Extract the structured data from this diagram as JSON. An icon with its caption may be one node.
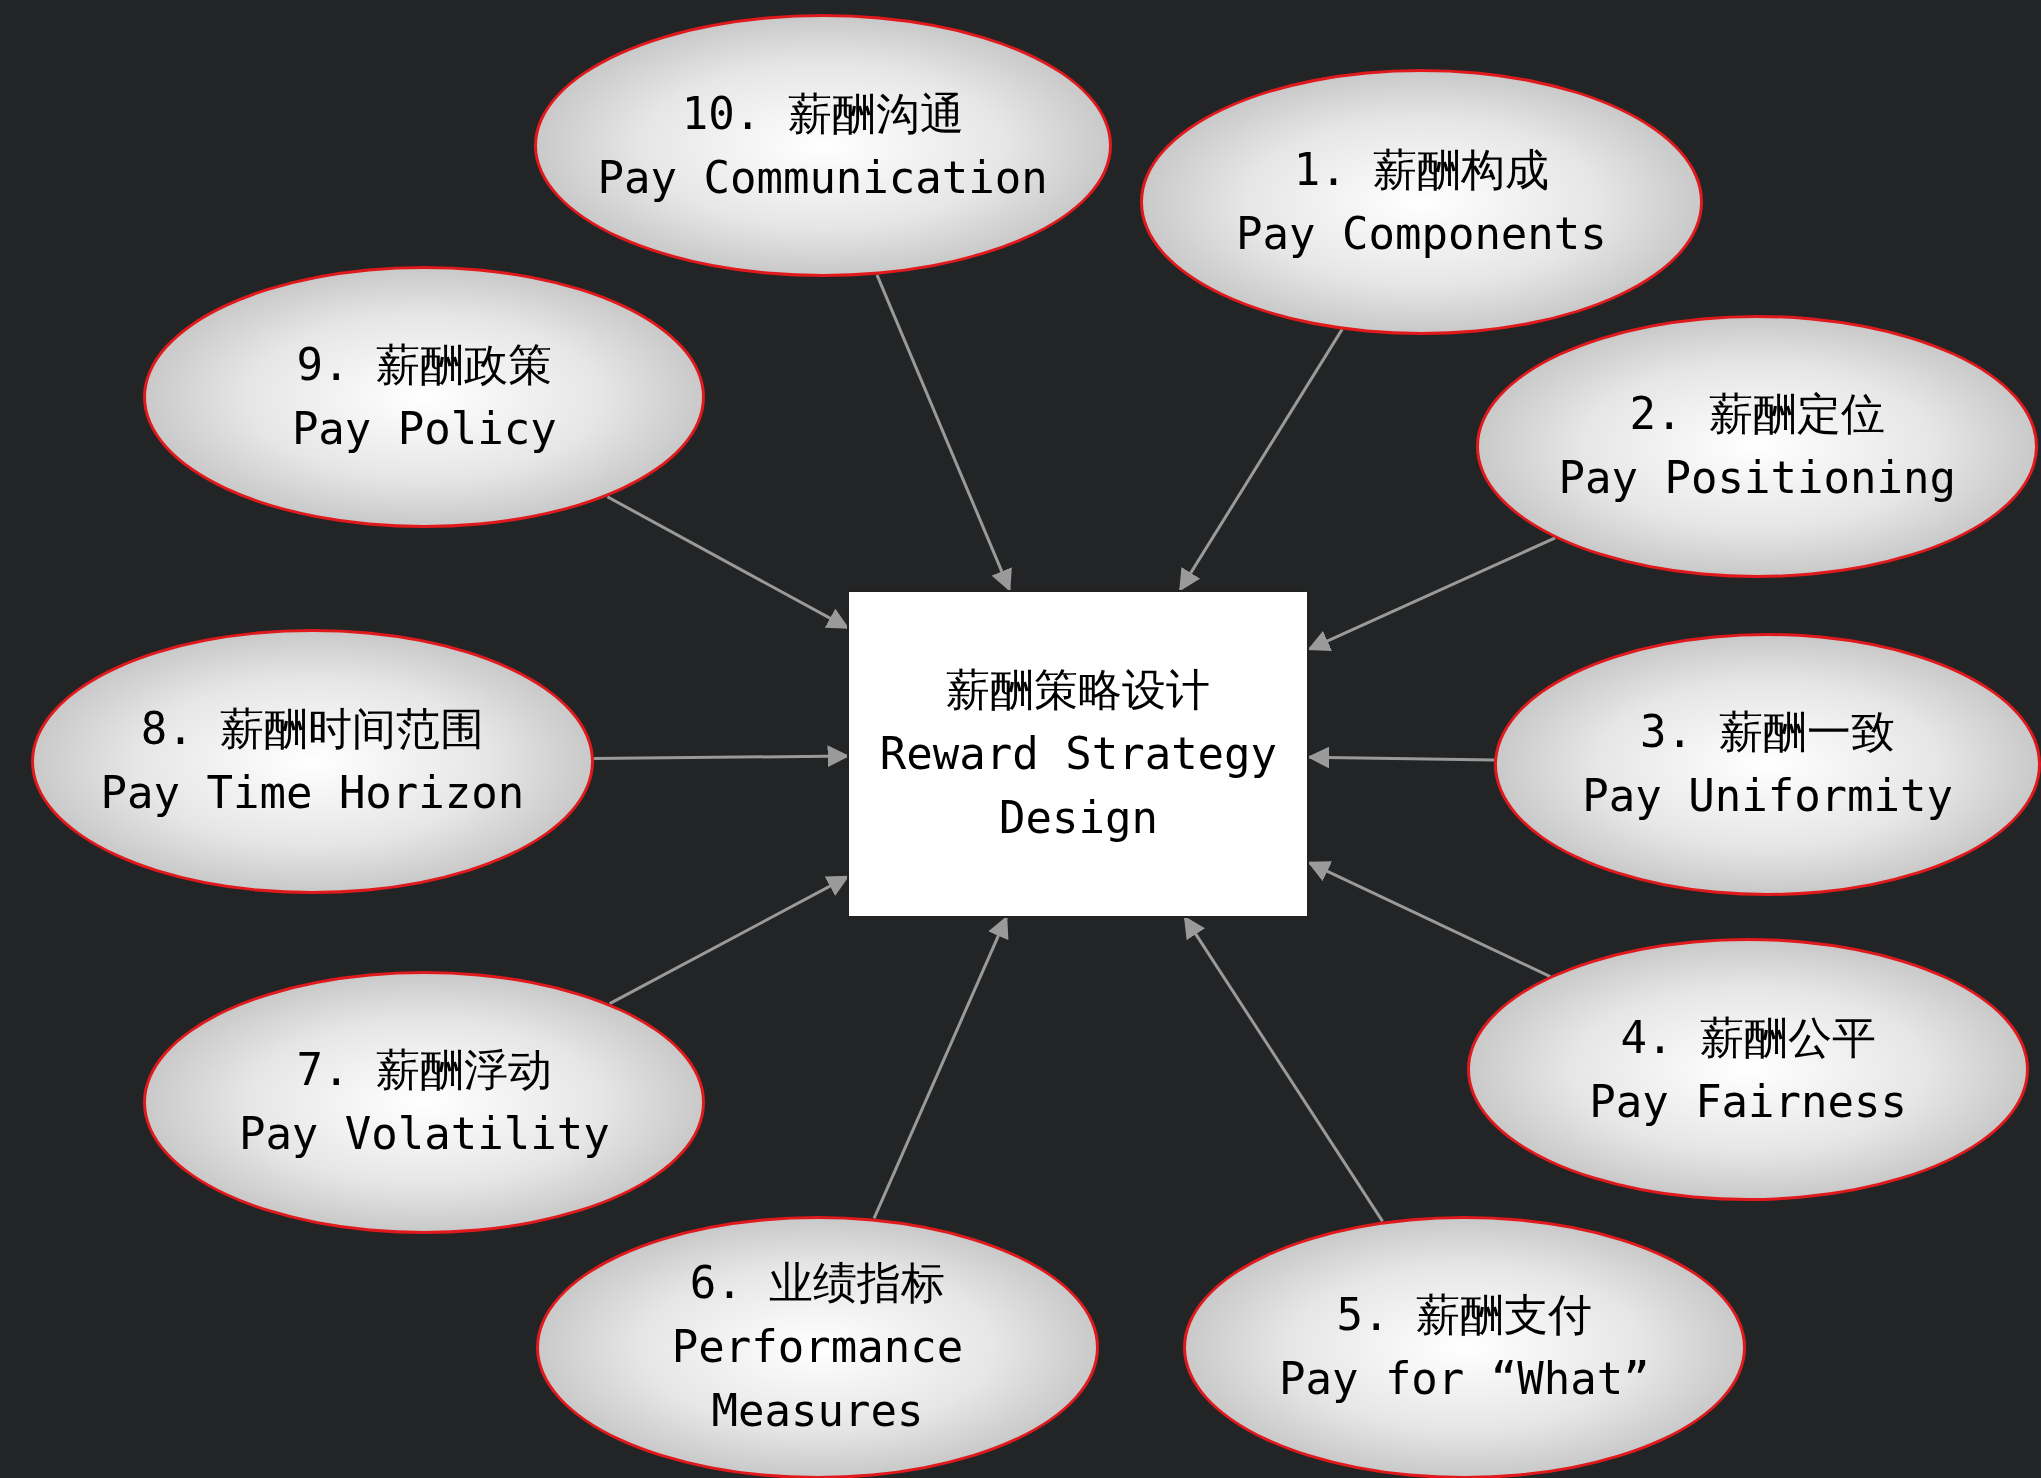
{
  "diagram": {
    "nodes": [
      {
        "text": [
          "薪酬策略设计",
          "Reward Strategy Design"
        ]
      },
      {
        "text": [
          "1. 薪酬构成",
          "Pay Components"
        ]
      },
      {
        "text": [
          "2. 薪酬定位",
          "Pay Positioning"
        ]
      },
      {
        "text": [
          "3. 薪酬一致",
          "Pay Uniformity"
        ]
      },
      {
        "text": [
          "4. 薪酬公平",
          "Pay Fairness"
        ]
      },
      {
        "text": [
          "5. 薪酬支付",
          "Pay for “What”"
        ]
      },
      {
        "text": [
          "6. 业绩指标",
          "Performance Measures"
        ]
      },
      {
        "text": [
          "7. 薪酬浮动",
          "Pay Volatility"
        ]
      },
      {
        "text": [
          "8. 薪酬时间范围",
          "Pay Time Horizon"
        ]
      },
      {
        "text": [
          "9. 薪酬政策",
          "Pay Policy"
        ]
      },
      {
        "text": [
          "10. 薪酬沟通",
          "Pay Communication"
        ]
      }
    ],
    "edges": [
      {
        "from": 1,
        "to": 0,
        "arrow": "to"
      },
      {
        "from": 2,
        "to": 0,
        "arrow": "to"
      },
      {
        "from": 3,
        "to": 0,
        "arrow": "to"
      },
      {
        "from": 4,
        "to": 0,
        "arrow": "to"
      },
      {
        "from": 5,
        "to": 0,
        "arrow": "to"
      },
      {
        "from": 6,
        "to": 0,
        "arrow": "to"
      },
      {
        "from": 7,
        "to": 0,
        "arrow": "to"
      },
      {
        "from": 8,
        "to": 0,
        "arrow": "to"
      },
      {
        "from": 9,
        "to": 0,
        "arrow": "to"
      },
      {
        "from": 10,
        "to": 0,
        "arrow": "to"
      }
    ]
  }
}
